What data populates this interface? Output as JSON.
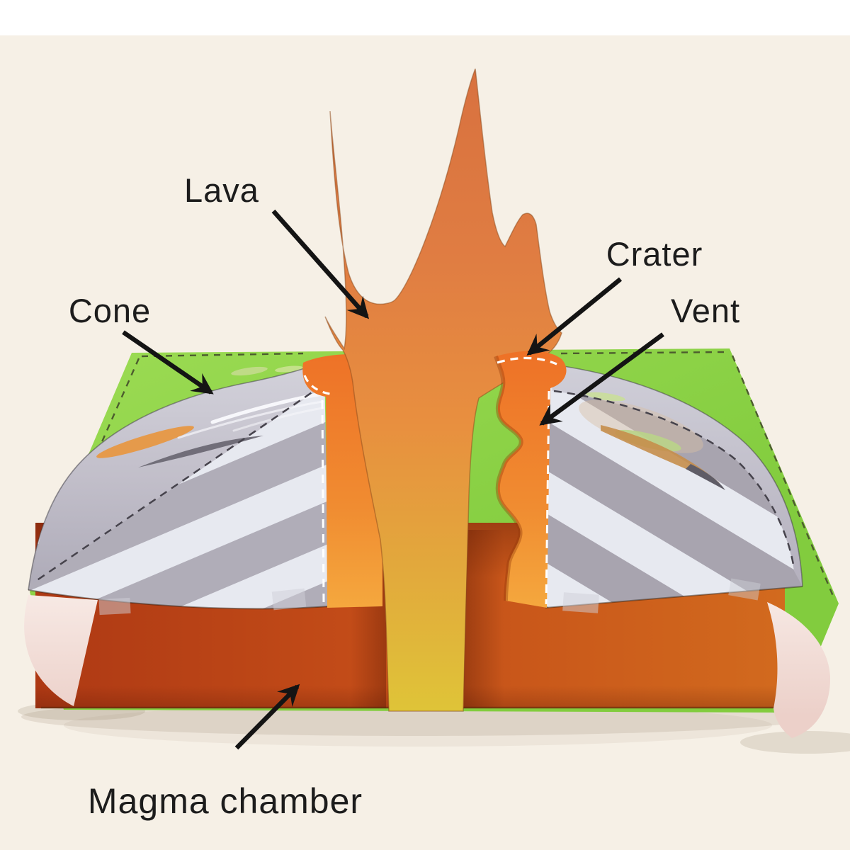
{
  "figure": {
    "kind": "labeled photo diagram",
    "subject": "Pop-up paper model of a volcano cross-section"
  },
  "labels": {
    "lava": "Lava",
    "crater": "Crater",
    "cone": "Cone",
    "vent": "Vent",
    "magma_chamber": "Magma chamber"
  },
  "colors": {
    "background": "#f6f0e6",
    "background_top": "#ffffff",
    "base_green": "#8fd54b",
    "lava_orange": "#e0813f",
    "lava_yellow": "#dfc438",
    "vent_orange": "#ee7227",
    "magma_chamber_red": "#b23c15",
    "cone_gray": "#b0adb8",
    "cone_stripe_white": "#e7e9f0",
    "annotation_black": "#141414"
  }
}
